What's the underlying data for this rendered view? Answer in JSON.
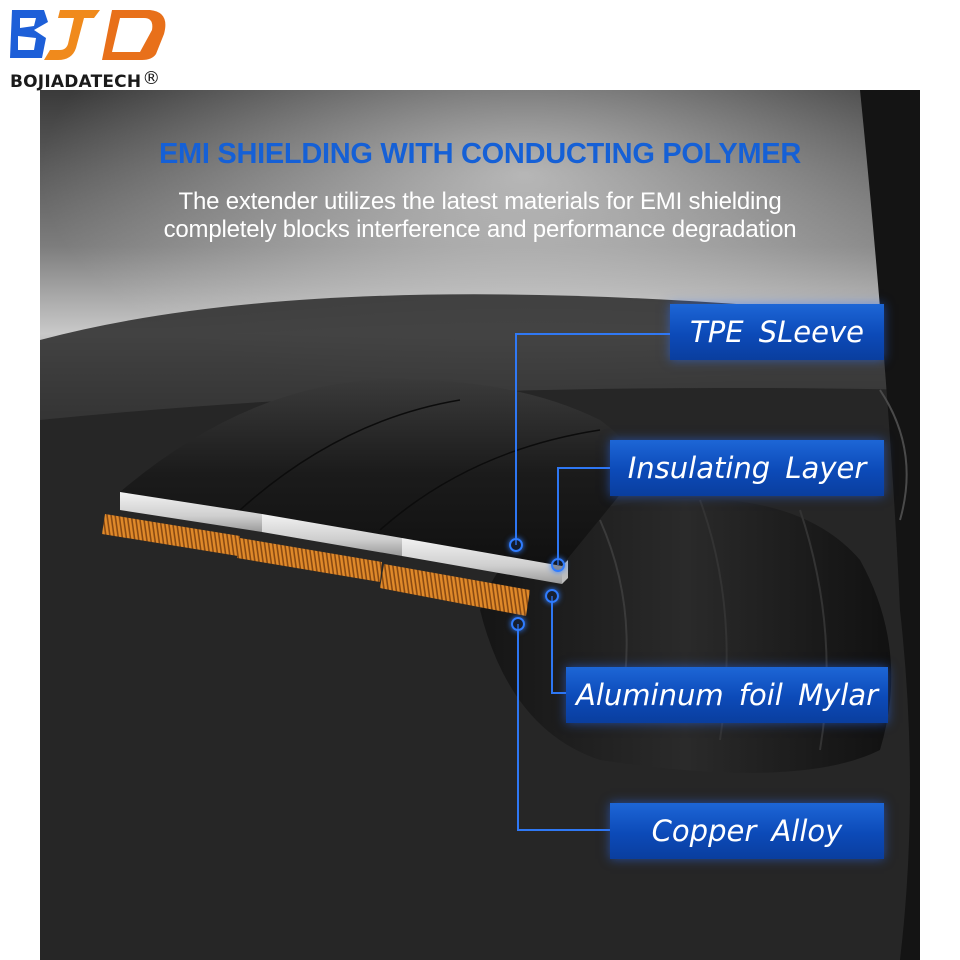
{
  "brand": {
    "logo_letters": "BJD",
    "name": "BOJIADATECH",
    "registered_mark": "®",
    "colors": {
      "logo_orange": "#f08a1c",
      "logo_blue": "#1d5fd8"
    }
  },
  "banner": {
    "headline": "EMI SHIELDING WITH CONDUCTING POLYMER",
    "subline_1": "The extender utilizes the latest materials for EMI shielding",
    "subline_2": "completely blocks interference and performance degradation"
  },
  "layers": [
    {
      "label": "TPE  SLeeve"
    },
    {
      "label": "Insulating  Layer"
    },
    {
      "label": "Aluminum  foil  Mylar"
    },
    {
      "label": "Copper  Alloy"
    }
  ],
  "colors": {
    "accent_blue": "#1560d6",
    "callout_blue": "#0c4ab8",
    "copper": "#d4771f",
    "background": "#2c2c2c"
  }
}
